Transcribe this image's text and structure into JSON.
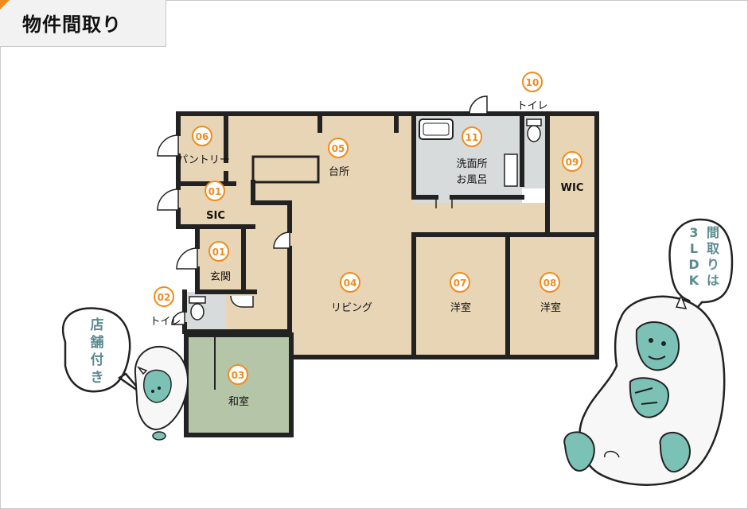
{
  "title": "物件間取り",
  "colors": {
    "floor": "#e8d5b5",
    "wet_area": "#d8dbdc",
    "tatami": "#b5c5a8",
    "wall": "#222222",
    "badge": "#f08c1e",
    "bubble_text": "#5a8a90",
    "creature_skin": "#7cc1b5"
  },
  "rooms": [
    {
      "number": "01",
      "label": "SIC"
    },
    {
      "number": "01",
      "label": "玄関"
    },
    {
      "number": "02",
      "label": "トイレ"
    },
    {
      "number": "03",
      "label": "和室"
    },
    {
      "number": "04",
      "label": "リビング"
    },
    {
      "number": "05",
      "label": "台所"
    },
    {
      "number": "06",
      "label": "パントリー"
    },
    {
      "number": "07",
      "label": "洋室"
    },
    {
      "number": "08",
      "label": "洋室"
    },
    {
      "number": "09",
      "label": "WIC"
    },
    {
      "number": "10",
      "label": "トイレ"
    },
    {
      "number": "11",
      "label_line1": "洗面所",
      "label_line2": "お風呂"
    }
  ],
  "bubbles": {
    "left": {
      "line1": "店",
      "line2": "舗",
      "line3": "付",
      "line4": "き"
    },
    "right": {
      "col1": [
        "間",
        "取",
        "り",
        "は"
      ],
      "col2": [
        "3",
        "L",
        "D",
        "K"
      ]
    }
  },
  "icons": {
    "toilet": "toilet-icon",
    "bathtub": "bathtub-icon",
    "door": "door-swing-icon",
    "creature": "yeti-mascot-icon"
  }
}
